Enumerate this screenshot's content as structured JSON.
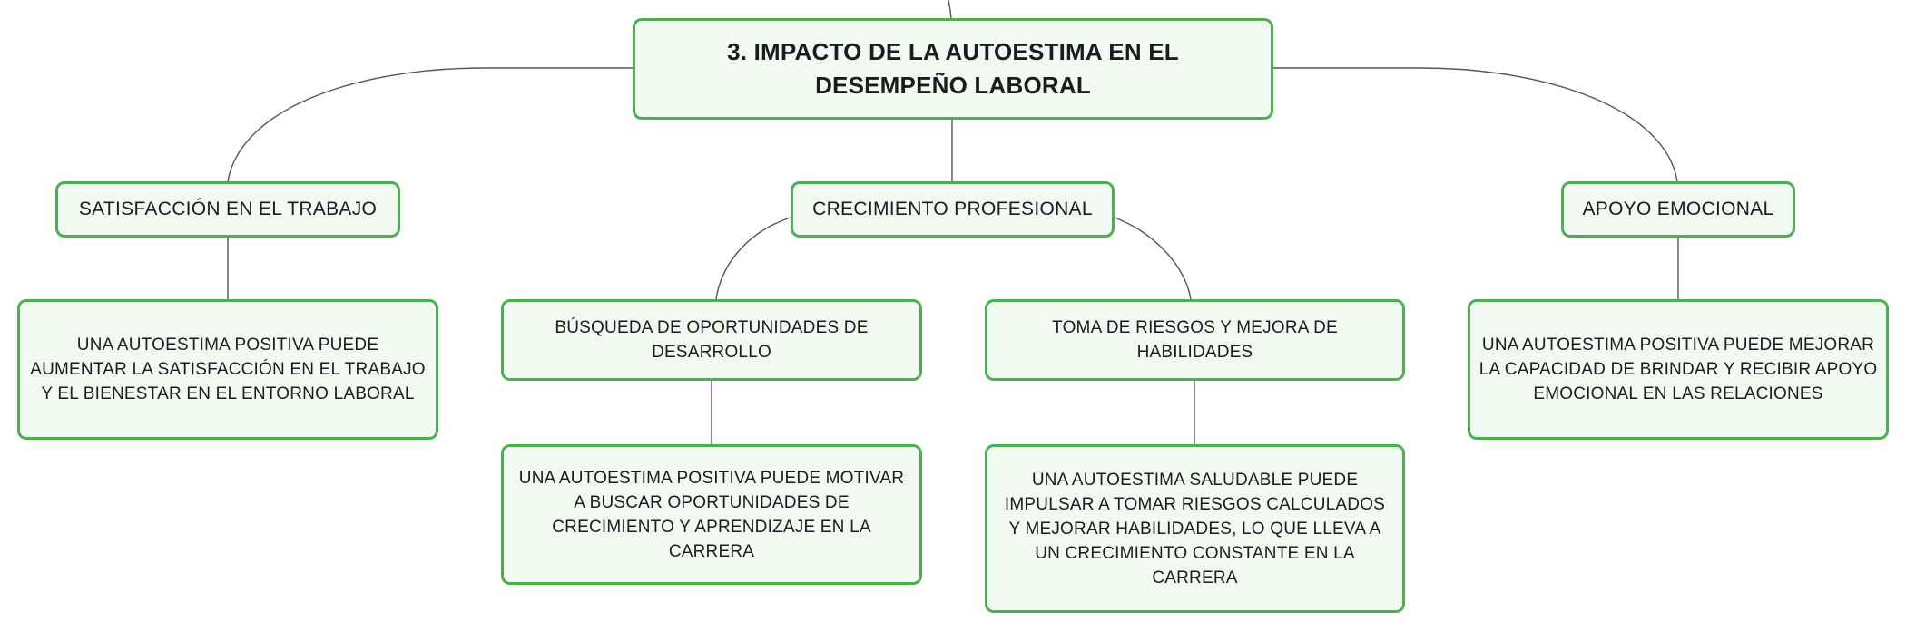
{
  "diagram": {
    "root": {
      "label": "3. IMPACTO DE LA AUTOESTIMA EN EL DESEMPEÑO LABORAL"
    },
    "topics": {
      "satisfaccion": {
        "label": "SATISFACCIÓN EN EL TRABAJO",
        "detail": "UNA AUTOESTIMA POSITIVA PUEDE AUMENTAR LA SATISFACCIÓN EN EL TRABAJO Y EL BIENESTAR EN EL ENTORNO LABORAL"
      },
      "crecimiento": {
        "label": "CRECIMIENTO PROFESIONAL",
        "subtopics": {
          "busqueda": {
            "label": "BÚSQUEDA DE OPORTUNIDADES DE DESARROLLO",
            "detail": "UNA AUTOESTIMA POSITIVA PUEDE MOTIVAR A BUSCAR OPORTUNIDADES DE CRECIMIENTO Y APRENDIZAJE EN LA CARRERA"
          },
          "riesgos": {
            "label": "TOMA DE RIESGOS Y MEJORA DE HABILIDADES",
            "detail": "UNA AUTOESTIMA SALUDABLE PUEDE IMPULSAR A TOMAR RIESGOS CALCULADOS Y MEJORAR HABILIDADES, LO QUE LLEVA A UN CRECIMIENTO CONSTANTE EN LA CARRERA"
          }
        }
      },
      "apoyo": {
        "label": "APOYO EMOCIONAL",
        "detail": "UNA AUTOESTIMA POSITIVA PUEDE MEJORAR LA CAPACIDAD DE BRINDAR Y RECIBIR APOYO EMOCIONAL EN LAS RELACIONES"
      }
    },
    "style": {
      "node_border": "#4caf50",
      "node_fill": "#f1f9f2",
      "connector": "#555555",
      "text": "#1c1c1c"
    }
  }
}
